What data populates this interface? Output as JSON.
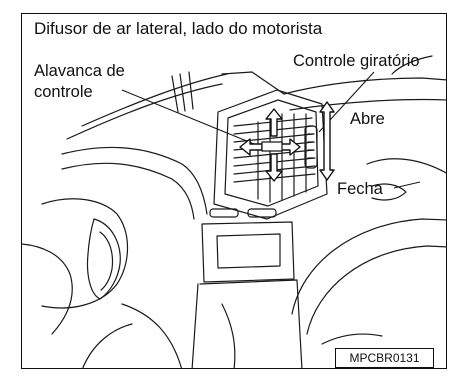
{
  "diagram": {
    "title": "Difusor de ar lateral, lado do motorista",
    "labels": {
      "lever_line1": "Alavanca de",
      "lever_line2": "controle",
      "rotary_control": "Controle giratório",
      "open": "Abre",
      "close": "Fecha"
    },
    "figure_code": "MPCBR0131"
  }
}
